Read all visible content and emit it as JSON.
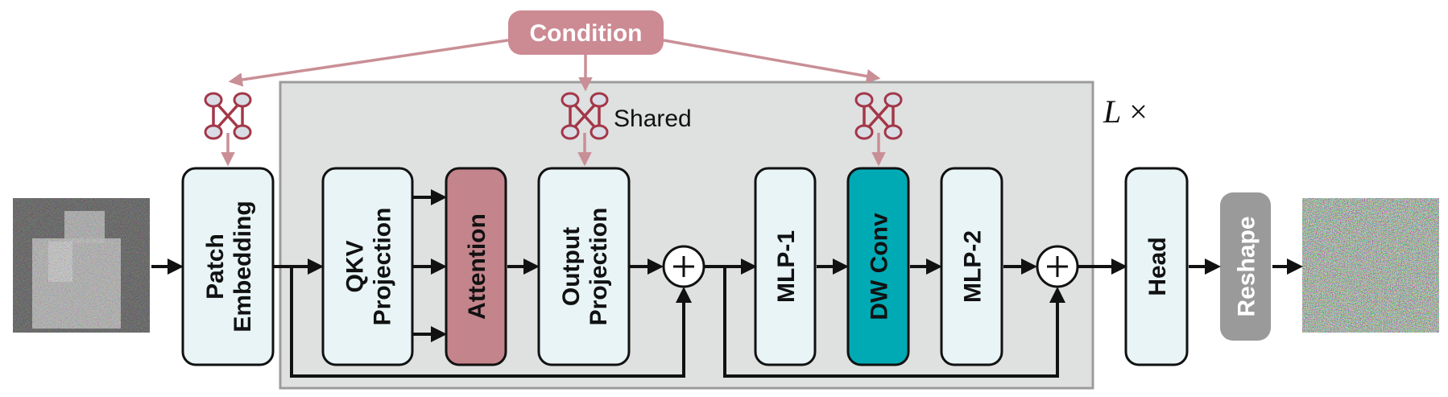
{
  "condition": {
    "label": "Condition"
  },
  "shared_label": "Shared",
  "repeat_label": "L",
  "repeat_times": "×",
  "blocks": {
    "patch_embedding": "Patch Embedding",
    "qkv_projection": "QKV Projection",
    "attention": "Attention",
    "output_projection": "Output Projection",
    "mlp1": "MLP-1",
    "dw_conv": "DW Conv",
    "mlp2": "MLP-2",
    "head": "Head",
    "reshape": "Reshape"
  },
  "colors": {
    "condition_fill": "#cc8a93",
    "condition_arrow": "#c98f96",
    "mlp_icon": "#a33748",
    "block_fill": "#e8f4f6",
    "attention_fill": "#c4848c",
    "dwconv_fill": "#00aab5",
    "reshape_fill": "#9a9a9a",
    "region_fill": "#dfe0e0",
    "region_stroke": "#9c9c9c"
  }
}
